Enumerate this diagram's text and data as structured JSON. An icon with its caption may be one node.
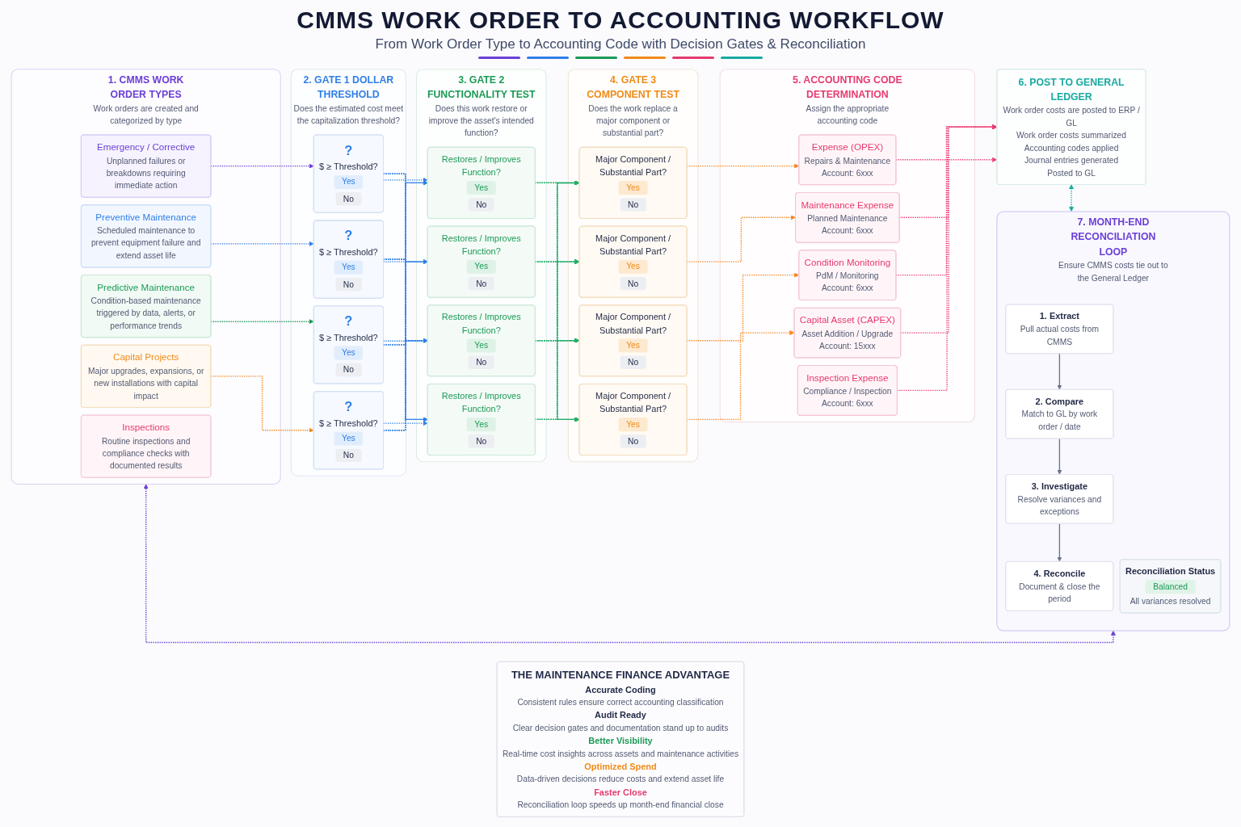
{
  "diagram": {
    "title": "CMMS WORK ORDER TO ACCOUNTING WORKFLOW",
    "nodes": [
      {
        "text": [
          "1. CMMS WORK ORDER TYPES",
          "Work orders are created and categorized by type"
        ]
      },
      {
        "text": [
          "Emergency / Corrective",
          "Unplanned failures or breakdowns requiring immediate action"
        ],
        "in": 0
      },
      {
        "text": [
          "Preventive Maintenance",
          "Scheduled maintenance to prevent equipment failure and extend asset life"
        ],
        "in": 0
      },
      {
        "text": [
          "Predictive Maintenance",
          "Condition-based maintenance triggered by data, alerts, or performance trends"
        ],
        "in": 0
      },
      {
        "text": [
          "Capital Projects",
          "Major upgrades, expansions, or new installations with capital impact"
        ],
        "in": 0
      },
      {
        "text": [
          "Inspections",
          "Routine inspections and compliance checks with documented results"
        ],
        "in": 0
      },
      {
        "text": [
          "2. GATE 1 DOLLAR THRESHOLD",
          "Does the estimated cost meet the capitalization threshold?"
        ]
      },
      {
        "text": [
          "?",
          "$ ≥ Threshold?",
          "Yes",
          "No"
        ],
        "in": 6
      },
      {
        "text": [
          "?",
          "$ ≥ Threshold?",
          "Yes",
          "No"
        ],
        "in": 6
      },
      {
        "text": [
          "?",
          "$ ≥ Threshold?",
          "Yes",
          "No"
        ],
        "in": 6
      },
      {
        "text": [
          "?",
          "$ ≥ Threshold?",
          "Yes",
          "No"
        ],
        "in": 6
      },
      {
        "text": [
          "3. GATE 2 FUNCTIONALITY TEST",
          "Does this work restore or improve the asset's intended function?"
        ]
      },
      {
        "text": [
          "Restores / Improves Function?",
          "Yes",
          "No"
        ],
        "in": 11
      },
      {
        "text": [
          "Restores / Improves Function?",
          "Yes",
          "No"
        ],
        "in": 11
      },
      {
        "text": [
          "Restores / Improves Function?",
          "Yes",
          "No"
        ],
        "in": 11
      },
      {
        "text": [
          "Restores / Improves Function?",
          "Yes",
          "No"
        ],
        "in": 11
      },
      {
        "text": [
          "4. GATE 3 COMPONENT TEST",
          "Does the work replace a major component or substantial part?"
        ]
      },
      {
        "text": [
          "Major Component / Substantial Part?",
          "Yes",
          "No"
        ],
        "in": 16
      },
      {
        "text": [
          "Major Component / Substantial Part?",
          "Yes",
          "No"
        ],
        "in": 16
      },
      {
        "text": [
          "Major Component / Substantial Part?",
          "Yes",
          "No"
        ],
        "in": 16
      },
      {
        "text": [
          "Major Component / Substantial Part?",
          "Yes",
          "No"
        ],
        "in": 16
      },
      {
        "text": [
          "5. ACCOUNTING CODE DETERMINATION",
          "Assign the appropriate accounting code"
        ]
      },
      {
        "text": [
          "Expense (OPEX)",
          "Repairs & Maintenance",
          "Account: 6xxx"
        ],
        "in": 21
      },
      {
        "text": [
          "Maintenance Expense",
          "Planned Maintenance",
          "Account: 6xxx"
        ],
        "in": 21
      },
      {
        "text": [
          "Condition Monitoring",
          "PdM / Monitoring",
          "Account: 6xxx"
        ],
        "in": 21
      },
      {
        "text": [
          "Capital Asset (CAPEX)",
          "Asset Addition / Upgrade",
          "Account: 15xxx"
        ],
        "in": 21
      },
      {
        "text": [
          "Inspection Expense",
          "Compliance / Inspection",
          "Account: 6xxx"
        ],
        "in": 21
      },
      {
        "text": [
          "6. POST TO GENERAL LEDGER",
          "Work order costs are posted to ERP / GL",
          "Work order costs summarized",
          "Accounting codes applied",
          "Journal entries generated",
          "Posted to GL"
        ]
      },
      {
        "text": [
          "7. MONTH-END RECONCILIATION LOOP",
          "Ensure CMMS costs tie out to the General Ledger"
        ]
      },
      {
        "text": [
          "1. Extract",
          "Pull actual costs from CMMS"
        ],
        "in": 28
      },
      {
        "text": [
          "2. Compare",
          "Match to GL by work order / date"
        ],
        "in": 28
      },
      {
        "text": [
          "3. Investigate",
          "Resolve variances and exceptions"
        ],
        "in": 28
      },
      {
        "text": [
          "4. Reconcile",
          "Document & close the period"
        ],
        "in": 28
      },
      {
        "text": [
          "Reconciliation Status",
          "Balanced",
          "All variances resolved"
        ],
        "in": 28
      },
      {
        "text": [
          "THE MAINTENANCE FINANCE ADVANTAGE",
          "Accurate Coding",
          "Consistent rules ensure correct accounting classification",
          "Audit Ready",
          "Clear decision gates and documentation stand up to audits",
          "Better Visibility",
          "Real-time cost insights across assets and maintenance activities",
          "Optimized Spend",
          "Data-driven decisions reduce costs and extend asset life",
          "Faster Close",
          "Reconciliation loop speeds up month-end financial close"
        ]
      }
    ],
    "edges": [
      {
        "from": 1,
        "to": 7,
        "arrow": "to",
        "style": "dashed",
        "color": "#6b3fd6"
      },
      {
        "from": 2,
        "to": 8,
        "arrow": "to",
        "style": "dashed",
        "color": "#2f7fe8"
      },
      {
        "from": 3,
        "to": 9,
        "arrow": "to",
        "style": "dashed",
        "color": "#1b9a55"
      },
      {
        "from": 4,
        "to": 10,
        "arrow": "to",
        "style": "dashed",
        "color": "#f08a17"
      },
      {
        "from": 7,
        "to": 12,
        "arrow": "to",
        "style": "dashed",
        "color": "#2f7fe8"
      },
      {
        "from": 7,
        "to": 13,
        "arrow": "to",
        "style": "dashed",
        "color": "#2f7fe8"
      },
      {
        "from": 7,
        "to": 14,
        "arrow": "to",
        "style": "dashed",
        "color": "#2f7fe8"
      },
      {
        "from": 7,
        "to": 15,
        "arrow": "to",
        "style": "dashed",
        "color": "#2f7fe8"
      },
      {
        "from": 8,
        "to": 12,
        "arrow": "to",
        "style": "dashed",
        "color": "#2f7fe8"
      },
      {
        "from": 8,
        "to": 13,
        "arrow": "to",
        "style": "dashed",
        "color": "#2f7fe8"
      },
      {
        "from": 8,
        "to": 14,
        "arrow": "to",
        "style": "dashed",
        "color": "#2f7fe8"
      },
      {
        "from": 8,
        "to": 15,
        "arrow": "to",
        "style": "dashed",
        "color": "#2f7fe8"
      },
      {
        "from": 9,
        "to": 12,
        "arrow": "to",
        "style": "dashed",
        "color": "#2f7fe8"
      },
      {
        "from": 9,
        "to": 13,
        "arrow": "to",
        "style": "dashed",
        "color": "#2f7fe8"
      },
      {
        "from": 9,
        "to": 14,
        "arrow": "to",
        "style": "dashed",
        "color": "#2f7fe8"
      },
      {
        "from": 9,
        "to": 15,
        "arrow": "to",
        "style": "dashed",
        "color": "#2f7fe8"
      },
      {
        "from": 10,
        "to": 12,
        "arrow": "to",
        "style": "dashed",
        "color": "#2f7fe8"
      },
      {
        "from": 10,
        "to": 13,
        "arrow": "to",
        "style": "dashed",
        "color": "#2f7fe8"
      },
      {
        "from": 10,
        "to": 14,
        "arrow": "to",
        "style": "dashed",
        "color": "#2f7fe8"
      },
      {
        "from": 10,
        "to": 15,
        "arrow": "to",
        "style": "dashed",
        "color": "#2f7fe8"
      },
      {
        "from": 12,
        "to": 17,
        "arrow": "to",
        "style": "dashed",
        "color": "#22b06a"
      },
      {
        "from": 12,
        "to": 18,
        "arrow": "to",
        "style": "dashed",
        "color": "#22b06a"
      },
      {
        "from": 12,
        "to": 19,
        "arrow": "to",
        "style": "dashed",
        "color": "#22b06a"
      },
      {
        "from": 12,
        "to": 20,
        "arrow": "to",
        "style": "dashed",
        "color": "#22b06a"
      },
      {
        "from": 13,
        "to": 17,
        "arrow": "to",
        "style": "dashed",
        "color": "#22b06a"
      },
      {
        "from": 13,
        "to": 18,
        "arrow": "to",
        "style": "dashed",
        "color": "#22b06a"
      },
      {
        "from": 13,
        "to": 19,
        "arrow": "to",
        "style": "dashed",
        "color": "#22b06a"
      },
      {
        "from": 13,
        "to": 20,
        "arrow": "to",
        "style": "dashed",
        "color": "#22b06a"
      },
      {
        "from": 14,
        "to": 17,
        "arrow": "to",
        "style": "dashed",
        "color": "#22b06a"
      },
      {
        "from": 14,
        "to": 18,
        "arrow": "to",
        "style": "dashed",
        "color": "#22b06a"
      },
      {
        "from": 14,
        "to": 19,
        "arrow": "to",
        "style": "dashed",
        "color": "#22b06a"
      },
      {
        "from": 14,
        "to": 20,
        "arrow": "to",
        "style": "dashed",
        "color": "#22b06a"
      },
      {
        "from": 15,
        "to": 17,
        "arrow": "to",
        "style": "dashed",
        "color": "#22b06a"
      },
      {
        "from": 15,
        "to": 18,
        "arrow": "to",
        "style": "dashed",
        "color": "#22b06a"
      },
      {
        "from": 15,
        "to": 19,
        "arrow": "to",
        "style": "dashed",
        "color": "#22b06a"
      },
      {
        "from": 15,
        "to": 20,
        "arrow": "to",
        "style": "dashed",
        "color": "#22b06a"
      },
      {
        "from": 17,
        "to": 22,
        "arrow": "to",
        "style": "dashed",
        "color": "#f5861f"
      },
      {
        "from": 18,
        "to": 23,
        "arrow": "to",
        "style": "dashed",
        "color": "#f5861f"
      },
      {
        "from": 19,
        "to": 24,
        "arrow": "to",
        "style": "dashed",
        "color": "#f5861f"
      },
      {
        "from": 20,
        "to": 25,
        "arrow": "to",
        "style": "dashed",
        "color": "#f5861f"
      },
      {
        "from": 22,
        "to": 27,
        "arrow": "to",
        "style": "dashed",
        "color": "#ec3d72"
      },
      {
        "from": 23,
        "to": 27,
        "arrow": "to",
        "style": "dashed",
        "color": "#ec3d72"
      },
      {
        "from": 24,
        "to": 27,
        "arrow": "to",
        "style": "dashed",
        "color": "#ec3d72"
      },
      {
        "from": 25,
        "to": 27,
        "arrow": "to",
        "style": "dashed",
        "color": "#ec3d72"
      },
      {
        "from": 26,
        "to": 27,
        "arrow": "to",
        "style": "dashed",
        "color": "#ec3d72"
      },
      {
        "from": 29,
        "to": 30,
        "arrow": "to"
      },
      {
        "from": 30,
        "to": 31,
        "arrow": "to"
      },
      {
        "from": 31,
        "to": 32,
        "arrow": "to"
      },
      {
        "from": 0,
        "to": 28,
        "arrow": "both",
        "style": "dashed",
        "color": "#6b3fd6"
      },
      {
        "from": 28,
        "to": 27,
        "arrow": "both",
        "style": "dashed",
        "color": "#17aaa0"
      }
    ],
    "labels": [
      "From Work Order Type to Accounting Code with Decision Gates & Reconciliation"
    ]
  }
}
